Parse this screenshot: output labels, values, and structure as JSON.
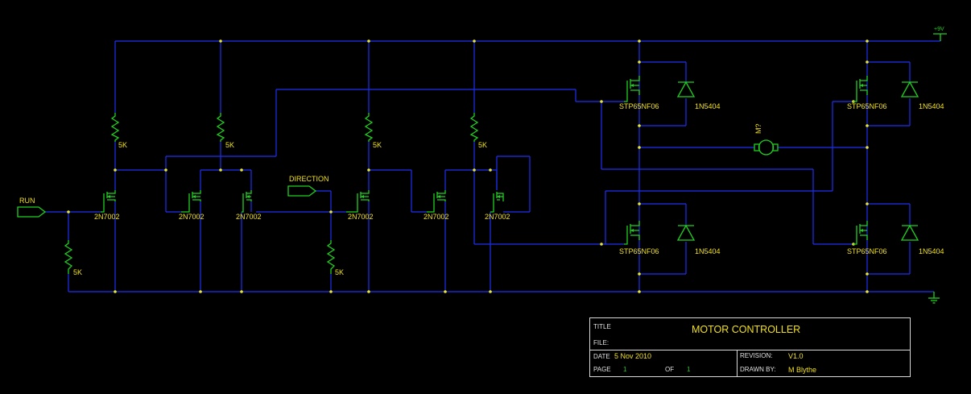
{
  "title_block": {
    "title_label": "TITLE",
    "title": "MOTOR CONTROLLER",
    "file_label": "FILE:",
    "date_label": "DATE",
    "date": "5 Nov 2010",
    "revision_label": "REVISION:",
    "revision": "V1.0",
    "page_label": "PAGE",
    "page": "1",
    "of_label": "OF",
    "of": "1",
    "drawn_by_label": "DRAWN BY:",
    "drawn_by": "M Blythe"
  },
  "ports": {
    "run": "RUN",
    "direction": "DIRECTION"
  },
  "power": {
    "supply": "+9V"
  },
  "motor": {
    "ref": "M?"
  },
  "resistors": [
    "5K",
    "5K",
    "5K",
    "5K",
    "5K",
    "5K"
  ],
  "small_fets": [
    "2N7002",
    "2N7002",
    "2N7002",
    "2N7002",
    "2N7002",
    "2N7002"
  ],
  "power_fets": [
    "STP65NF06",
    "STP65NF06",
    "STP65NF06",
    "STP65NF06"
  ],
  "diodes": [
    "1N5404",
    "1N5404",
    "1N5404",
    "1N5404"
  ],
  "colors": {
    "wire": "#1c2ff0",
    "component": "#20d020",
    "text": "#f0e020",
    "junction": "#e8e830",
    "background": "#000000"
  }
}
